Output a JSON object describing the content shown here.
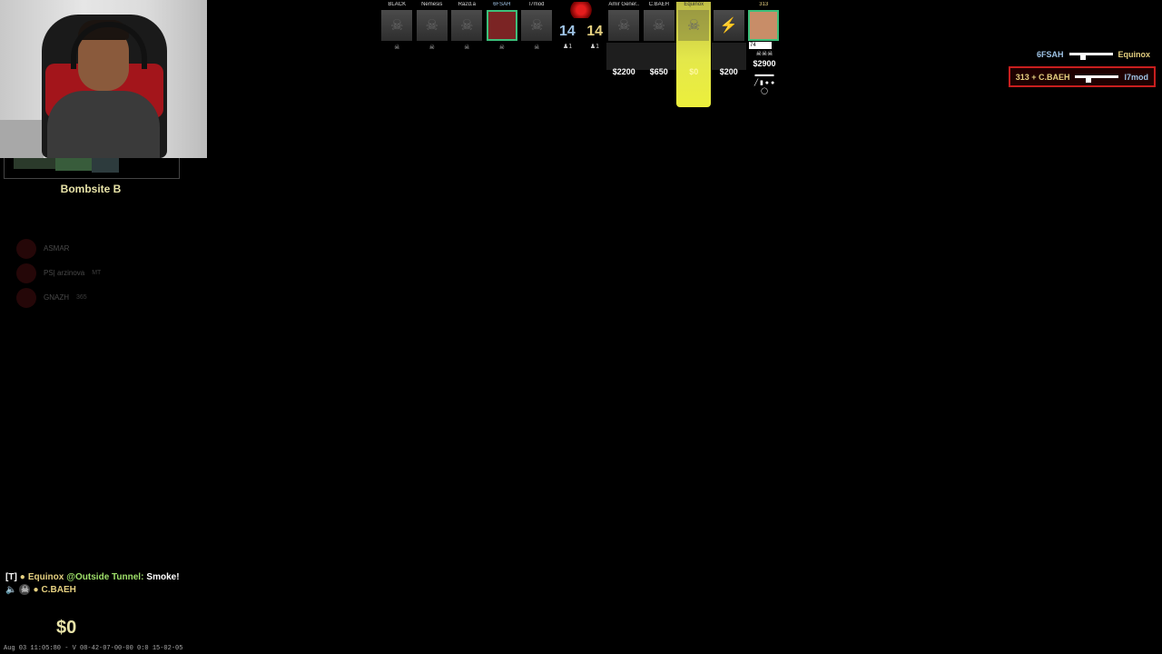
{
  "webcam": {
    "label": "streamer webcam"
  },
  "radar": {
    "location": "Bombsite B"
  },
  "side_feed": [
    {
      "name": "ASMAR",
      "extra": ""
    },
    {
      "name": "PS| arzinova",
      "extra": "MT"
    },
    {
      "name": "GNAZH",
      "extra": "365"
    }
  ],
  "scoreboard": {
    "ct_players": [
      {
        "name": "BLACK",
        "state": "dead"
      },
      {
        "name": "Nemesis",
        "state": "dead"
      },
      {
        "name": "Ra2d.a",
        "state": "dead"
      },
      {
        "name": "6FSAH",
        "state": "alive"
      },
      {
        "name": "l7mod",
        "state": "dead"
      }
    ],
    "t_players": [
      {
        "name": "Amir Gener..",
        "state": "dead",
        "money": "$2200"
      },
      {
        "name": "C.BAEH",
        "state": "dead",
        "money": "$650"
      },
      {
        "name": "Equinox",
        "state": "dead",
        "money": "$0"
      },
      {
        "name": "",
        "state": "dead",
        "money": "$200"
      },
      {
        "name": "313",
        "state": "alive",
        "money": "$2900",
        "hp": "74"
      }
    ],
    "ct_score": "14",
    "t_score": "14",
    "ct_alive": "1",
    "t_alive": "1"
  },
  "killfeed": [
    {
      "attacker": "6FSAH",
      "victim": "Equinox",
      "own": false
    },
    {
      "attacker": "313 + C.BAEH",
      "victim": "l7mod",
      "own": true
    }
  ],
  "chat": {
    "team_tag": "[T]",
    "player": "Equinox",
    "location": "@Outside Tunnel:",
    "message": "Smoke!",
    "voice_player": "C.BAEH"
  },
  "money_display": "$0",
  "timestamp": "Aug 03 11:05:80 - V 08-42-07-00-00 0:0 15-02-05",
  "colors": {
    "ct": "#9fc4e6",
    "t": "#e5d080",
    "highlight": "#e4e84a",
    "kill_border": "#c81e1e"
  }
}
